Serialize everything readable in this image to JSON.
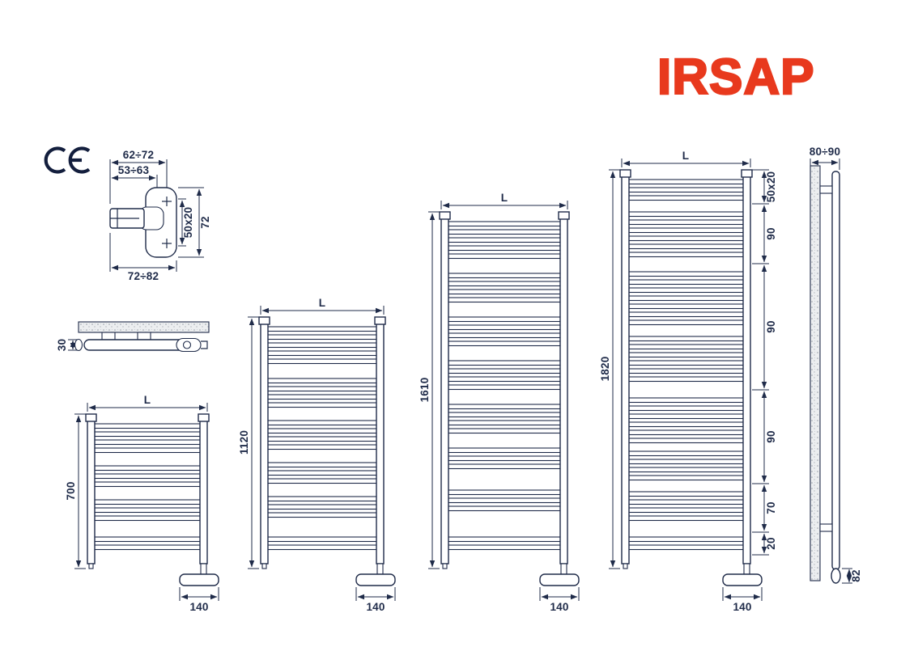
{
  "brand": {
    "logo_text": "IRSAP",
    "logo_color": "#e8391d"
  },
  "certification": {
    "ce_mark": "CE"
  },
  "bracket_detail": {
    "dim_width_outer": "62÷72",
    "dim_width_inner": "53÷63",
    "dim_tube_profile": "50x20",
    "dim_height": "72",
    "dim_width_bottom": "72÷82"
  },
  "top_view": {
    "dim_depth": "30"
  },
  "radiators": [
    {
      "width_label": "L",
      "height_label": "700",
      "valve_dim": "140"
    },
    {
      "width_label": "L",
      "height_label": "1120",
      "valve_dim": "140"
    },
    {
      "width_label": "L",
      "height_label": "1610",
      "valve_dim": "140"
    },
    {
      "width_label": "L",
      "height_label": "1820",
      "valve_dim": "140",
      "spacing_dims": [
        "50x20",
        "90",
        "90",
        "90",
        "70",
        "20"
      ]
    }
  ],
  "side_view": {
    "dim_wall_distance": "80÷90",
    "dim_bottom": "82"
  },
  "colors": {
    "line": "#1f2b49",
    "brand_red": "#e8391d"
  }
}
